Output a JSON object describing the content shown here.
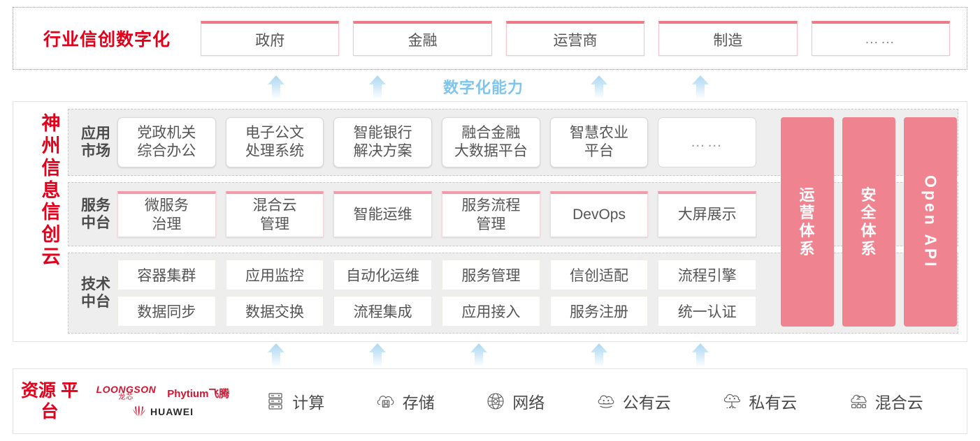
{
  "industry": {
    "title": "行业信创数字化",
    "cards": [
      {
        "label": "政府"
      },
      {
        "label": "金融"
      },
      {
        "label": "运营商"
      },
      {
        "label": "制造"
      },
      {
        "label": "……"
      }
    ]
  },
  "capability": {
    "label": "数字化能力",
    "arrow_count_top": 4,
    "arrow_count_bottom": 5,
    "arrow_color": "#bfe2f5"
  },
  "cloud": {
    "title": "神州信息信创云",
    "rows": [
      {
        "key": "app",
        "label": "应用\n市场",
        "cards": [
          {
            "label": "党政机关\n综合办公"
          },
          {
            "label": "电子公文\n处理系统"
          },
          {
            "label": "智能银行\n解决方案"
          },
          {
            "label": "融合金融\n大数据平台"
          },
          {
            "label": "智慧农业\n平台"
          },
          {
            "label": "……",
            "dots": true
          }
        ]
      },
      {
        "key": "svc",
        "label": "服务\n中台",
        "cards": [
          {
            "label": "微服务\n治理"
          },
          {
            "label": "混合云\n管理"
          },
          {
            "label": "智能运维"
          },
          {
            "label": "服务流程\n管理"
          },
          {
            "label": "DevOps"
          },
          {
            "label": "大屏展示"
          }
        ]
      },
      {
        "key": "tech",
        "label": "技术\n中台",
        "rows": [
          [
            "容器集群",
            "应用监控",
            "自动化运维",
            "服务管理",
            "信创适配",
            "流程引擎"
          ],
          [
            "数据同步",
            "数据交换",
            "流程集成",
            "应用接入",
            "服务注册",
            "统一认证"
          ]
        ]
      }
    ],
    "pillars": [
      {
        "label": "运营体系",
        "rotated": false
      },
      {
        "label": "安全体系",
        "rotated": false
      },
      {
        "label": "Open API",
        "rotated": true
      }
    ],
    "pillar_color": "#ef8490"
  },
  "resource": {
    "title": "资源\n平台",
    "vendors": [
      {
        "name": "LOONGSON",
        "cn": "龙芯",
        "icon": "loongson-logo"
      },
      {
        "name": "Phytium飞腾",
        "icon": "phytium-logo"
      },
      {
        "name": "HUAWEI",
        "icon": "huawei-logo"
      }
    ],
    "items": [
      {
        "label": "计算",
        "icon": "server-rack-icon"
      },
      {
        "label": "存储",
        "icon": "cloud-storage-icon"
      },
      {
        "label": "网络",
        "icon": "network-globe-icon"
      },
      {
        "label": "公有云",
        "icon": "public-cloud-icon"
      },
      {
        "label": "私有云",
        "icon": "private-cloud-icon"
      },
      {
        "label": "混合云",
        "icon": "hybrid-cloud-icon"
      }
    ]
  },
  "colors": {
    "brand_red": "#E3001B",
    "pink": "#ef8490",
    "card_pink_top": "#ef7a86",
    "arrow_blue": "#bfe2f5",
    "band_gray": "#eeeeee"
  }
}
